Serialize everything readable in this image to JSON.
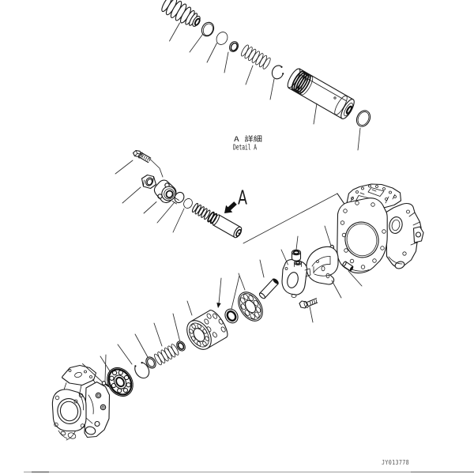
{
  "drawing": {
    "detail_label_ja": "A 詳細",
    "detail_label_en": "Detail A",
    "section_marker": "A",
    "drawing_number": "JY013778"
  },
  "colors": {
    "ink": "#1a1a1a",
    "muted_text": "#555555",
    "bottom_rule": "#999999",
    "background": "#ffffff"
  }
}
